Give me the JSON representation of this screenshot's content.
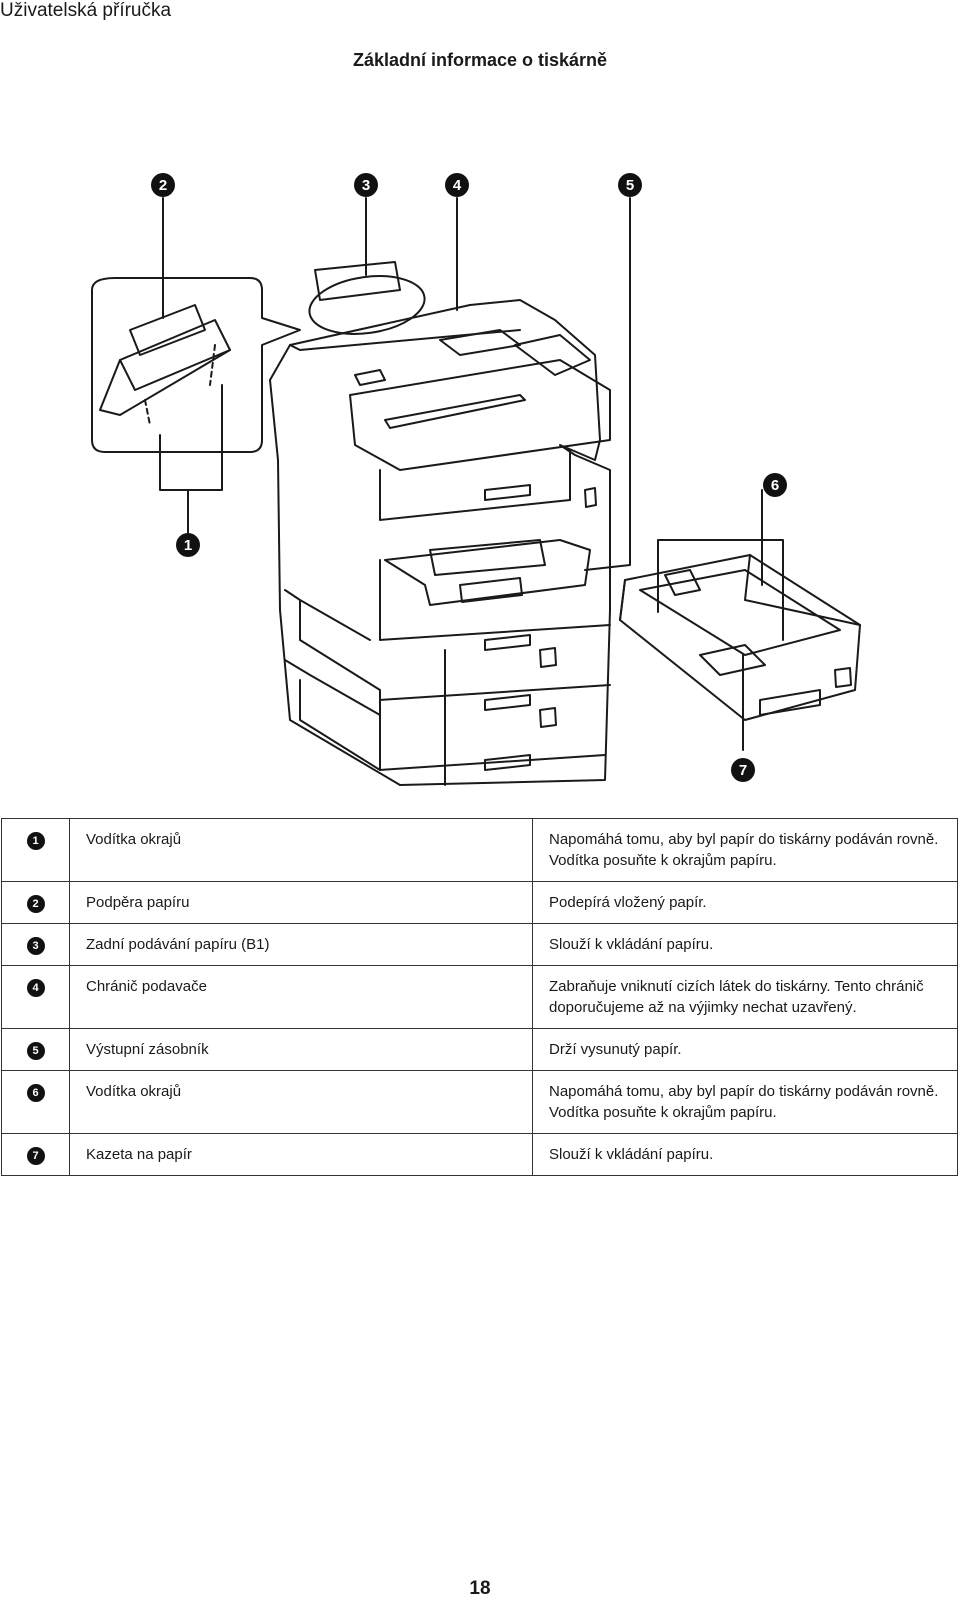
{
  "header": {
    "manual_title": "Uživatelská příručka"
  },
  "section": {
    "title": "Základní informace o tiskárně"
  },
  "figure": {
    "icon": "printer-with-paper-cassette-illustration",
    "callouts": [
      "1",
      "2",
      "3",
      "4",
      "5",
      "6",
      "7"
    ]
  },
  "parts": [
    {
      "num": "1",
      "name": "Vodítka okrajů",
      "desc": "Napomáhá tomu, aby byl papír do tiskárny podáván rovně. Vodítka posuňte k okrajům papíru."
    },
    {
      "num": "2",
      "name": "Podpěra papíru",
      "desc": "Podepírá vložený papír."
    },
    {
      "num": "3",
      "name": "Zadní podávání papíru (B1)",
      "desc": "Slouží k vkládání papíru."
    },
    {
      "num": "4",
      "name": "Chránič podavače",
      "desc": "Zabraňuje vniknutí cizích látek do tiskárny. Tento chránič doporučujeme až na výjimky nechat uzavřený."
    },
    {
      "num": "5",
      "name": "Výstupní zásobník",
      "desc": "Drží vysunutý papír."
    },
    {
      "num": "6",
      "name": "Vodítka okrajů",
      "desc": "Napomáhá tomu, aby byl papír do tiskárny podáván rovně. Vodítka posuňte k okrajům papíru."
    },
    {
      "num": "7",
      "name": "Kazeta na papír",
      "desc": "Slouží k vkládání papíru."
    }
  ],
  "footer": {
    "page_number": "18"
  }
}
